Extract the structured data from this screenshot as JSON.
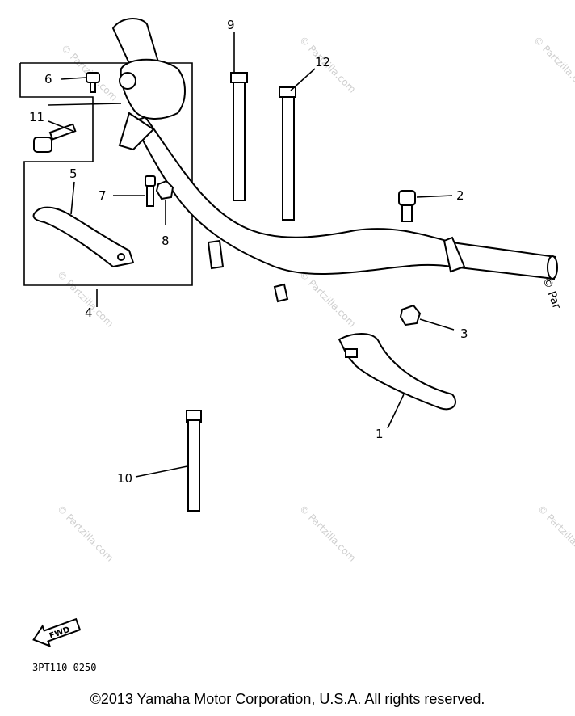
{
  "callouts": {
    "c1": "1",
    "c2": "2",
    "c3": "3",
    "c4": "4",
    "c5": "5",
    "c6": "6",
    "c7": "7",
    "c8": "8",
    "c9": "9",
    "c10": "10",
    "c11": "11",
    "c12": "12"
  },
  "watermark": {
    "text": "© Partzilla.com",
    "edge_text": "© Par"
  },
  "fwd_label": "FWD",
  "diagram_code": "3PT110-0250",
  "copyright": "©2013  Yamaha Motor Corporation, U.S.A. All rights reserved."
}
